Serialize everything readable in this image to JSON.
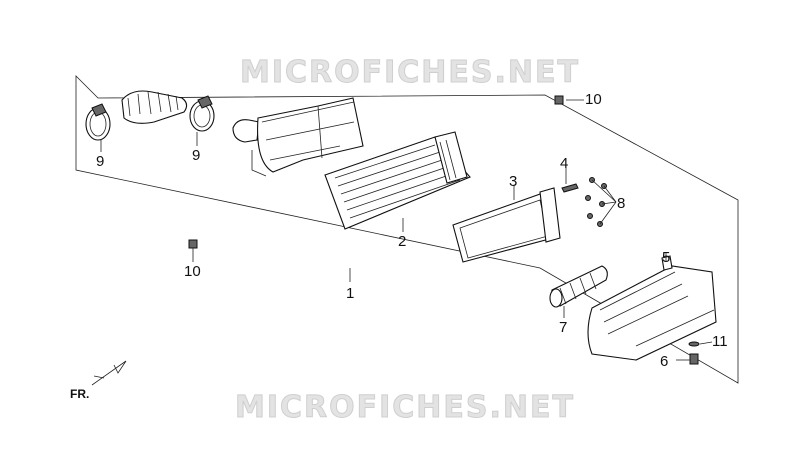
{
  "watermark": "MICROFICHES.NET",
  "direction_label": "FR.",
  "callouts": {
    "c1": "1",
    "c2": "2",
    "c3": "3",
    "c4": "4",
    "c5": "5",
    "c6": "6",
    "c7": "7",
    "c8": "8",
    "c9a": "9",
    "c9b": "9",
    "c10a": "10",
    "c10b": "10",
    "c11": "11"
  }
}
